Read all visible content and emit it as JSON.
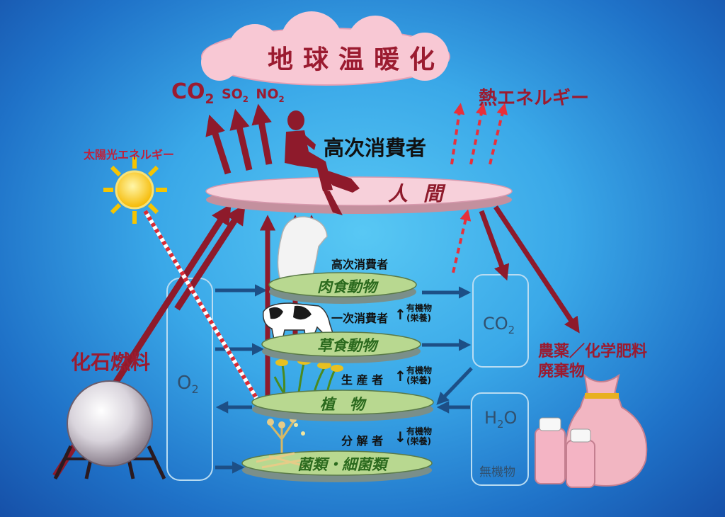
{
  "title": "地球温暖化",
  "emissions": {
    "co2": "CO",
    "co2_sub": "2",
    "so2": "SO",
    "so2_sub": "2",
    "no2": "NO",
    "no2_sub": "2"
  },
  "heat_energy": "熱エネルギー",
  "solar_energy": "太陽光エネルギー",
  "fossil_fuel": "化石燃料",
  "top_consumer": "高次消費者",
  "human": "人 間",
  "o2": {
    "main": "O",
    "sub": "2"
  },
  "co2_box": {
    "main": "CO",
    "sub": "2"
  },
  "h2o_box": {
    "h": "H",
    "sub": "2",
    "o": "O",
    "inorganic": "無機物"
  },
  "pesticides": "農薬／化学肥料",
  "waste": "廃棄物",
  "levels": [
    {
      "plate": "肉食動物",
      "role": "高次消費者"
    },
    {
      "plate": "草食動物",
      "role": "一次消費者",
      "arrow": "↑",
      "note1": "有機物",
      "note2": "(栄養)"
    },
    {
      "plate": "植　物",
      "role": "生 産 者",
      "arrow": "↑",
      "note1": "有機物",
      "note2": "(栄養)"
    },
    {
      "plate": "菌類・細菌類",
      "role": "分 解 者",
      "arrow": "↓",
      "note1": "有機物",
      "note2": "(栄養)"
    }
  ],
  "colors": {
    "maroon": "#8e1a2b",
    "plate": "#b8d890",
    "cloud": "#f8c8d4",
    "human_plate": "#f7d0da",
    "flow_arrow": "#1d4f86",
    "box_stroke": "#b9dcf2"
  }
}
